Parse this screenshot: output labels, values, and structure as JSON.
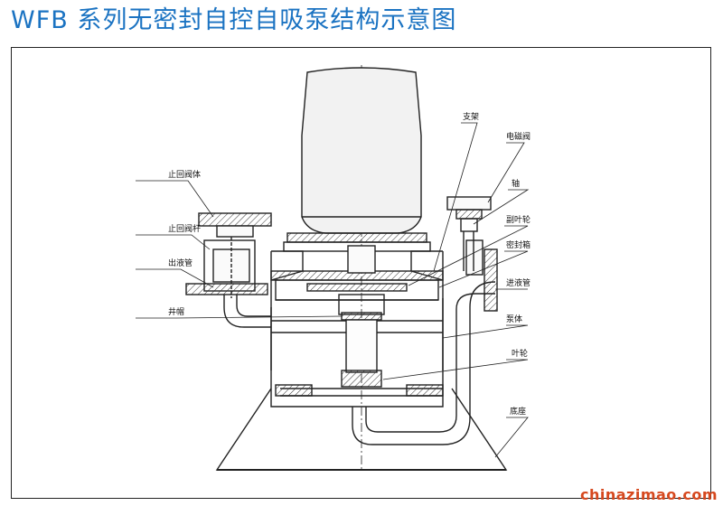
{
  "title": "WFB 系列无密封自控自吸泵结构示意图",
  "labels": {
    "bracket": "支架",
    "solenoid_valve": "电磁阀",
    "shaft": "轴",
    "check_valve_body": "止回阀体",
    "check_valve_stem": "止回阀杆",
    "secondary_impeller": "副叶轮",
    "liquid_outlet_pipe": "出液管",
    "seal_box": "密封箱",
    "inlet_pipe": "进液管",
    "well_cap": "井帽",
    "pump_body": "泵体",
    "impeller": "叶轮",
    "base": "底座"
  },
  "watermark": "chinazimao.com",
  "colors": {
    "title": "#1b73c2",
    "watermark": "#d6481e"
  }
}
